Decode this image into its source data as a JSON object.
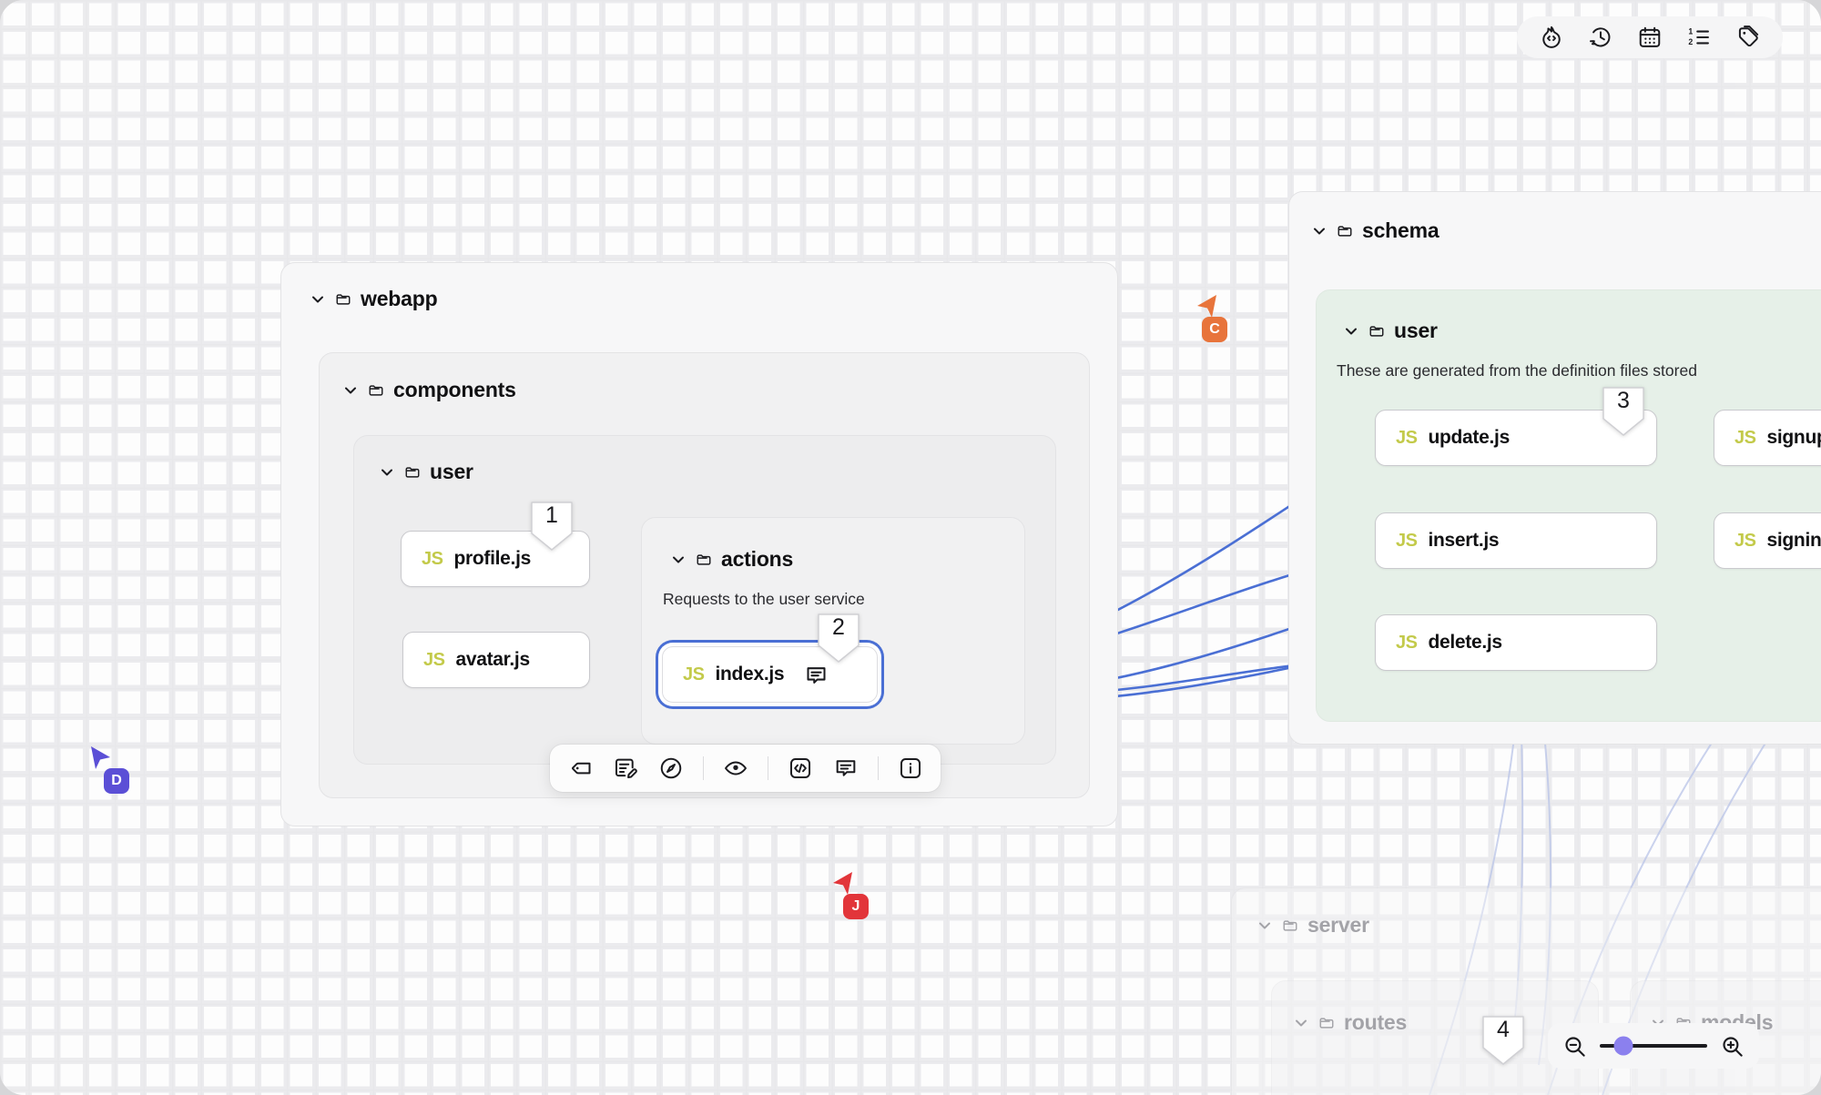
{
  "app": {
    "background": "#fdfdfd",
    "accent_blue": "#4a6fd4",
    "accent_green_panel": "#e6f0e8",
    "js_yellow": "#c3ca4a"
  },
  "top_toolbar": {
    "buttons": [
      {
        "name": "flame-code-icon",
        "label": "Code activity"
      },
      {
        "name": "history-clock-icon",
        "label": "History"
      },
      {
        "name": "calendar-icon",
        "label": "Calendar"
      },
      {
        "name": "ordered-list-icon",
        "label": "Steps"
      },
      {
        "name": "tag-icon",
        "label": "Tags"
      }
    ]
  },
  "node_toolbar": {
    "buttons": [
      {
        "name": "tag-icon",
        "label": "Tag"
      },
      {
        "name": "edit-note-icon",
        "label": "Edit note"
      },
      {
        "name": "compass-icon",
        "label": "Navigate"
      },
      {
        "name": "divider-1",
        "label": ""
      },
      {
        "name": "eye-icon",
        "label": "Preview"
      },
      {
        "name": "divider-2",
        "label": ""
      },
      {
        "name": "code-icon",
        "label": "Code"
      },
      {
        "name": "comment-icon",
        "label": "Comment"
      },
      {
        "name": "divider-3",
        "label": ""
      },
      {
        "name": "info-icon",
        "label": "Info"
      }
    ]
  },
  "zoom_control": {
    "zoom_out_label": "Zoom out",
    "zoom_in_label": "Zoom in",
    "value_percent": 22
  },
  "groups": {
    "webapp": {
      "label": "webapp"
    },
    "components": {
      "label": "components"
    },
    "components_user": {
      "label": "user"
    },
    "actions": {
      "label": "actions",
      "note": "Requests to the user service"
    },
    "schema": {
      "label": "schema"
    },
    "schema_user": {
      "label": "user",
      "note": "These are generated from the definition files stored"
    },
    "server": {
      "label": "server"
    },
    "routes": {
      "label": "routes"
    },
    "models": {
      "label": "models"
    }
  },
  "nodes": {
    "profile": {
      "ext": "JS",
      "name": "profile.js"
    },
    "avatar": {
      "ext": "JS",
      "name": "avatar.js"
    },
    "index": {
      "ext": "JS",
      "name": "index.js",
      "selected": true,
      "has_comment": true
    },
    "update": {
      "ext": "JS",
      "name": "update.js"
    },
    "insert": {
      "ext": "JS",
      "name": "insert.js"
    },
    "delete": {
      "ext": "JS",
      "name": "delete.js"
    },
    "signup": {
      "ext": "JS",
      "name": "signup.js"
    },
    "signin": {
      "ext": "JS",
      "name": "signin.js"
    }
  },
  "pins": [
    {
      "number": "1"
    },
    {
      "number": "2"
    },
    {
      "number": "3"
    },
    {
      "number": "4"
    }
  ],
  "cursors": [
    {
      "initial": "D",
      "color": "#5b4fd6"
    },
    {
      "initial": "C",
      "color": "#e8743b"
    },
    {
      "initial": "J",
      "color": "#e2353a"
    }
  ]
}
